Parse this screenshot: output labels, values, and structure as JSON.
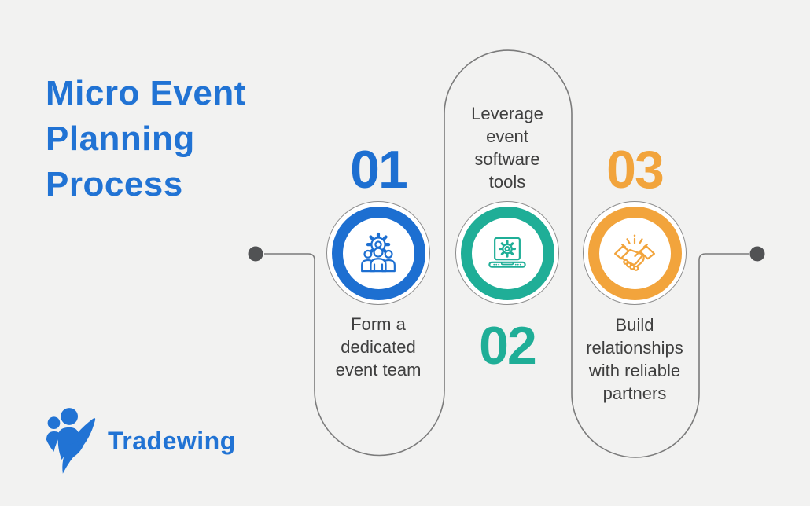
{
  "title": "Micro Event\nPlanning\nProcess",
  "brand": {
    "name": "Tradewing",
    "logo_icon": "wing-people-icon"
  },
  "colors": {
    "background": "#F2F2F1",
    "title_blue": "#2173D4",
    "connector_gray": "#7B7B7B",
    "dot_gray": "#515254",
    "label_text": "#3F3F3F",
    "circle_outline": "#8C8C8C",
    "step_blue": "#1D6FD1",
    "step_teal": "#1FAE97",
    "step_orange": "#F2A43C"
  },
  "steps": [
    {
      "number": "01",
      "label": "Form a\ndedicated\nevent team",
      "accent": "#1D6FD1",
      "icon": "team-gear-icon"
    },
    {
      "number": "02",
      "label": "Leverage\nevent\nsoftware\ntools",
      "accent": "#1FAE97",
      "icon": "laptop-gear-icon"
    },
    {
      "number": "03",
      "label": "Build\nrelationships\nwith reliable\npartners",
      "accent": "#F2A43C",
      "icon": "handshake-icon"
    }
  ]
}
